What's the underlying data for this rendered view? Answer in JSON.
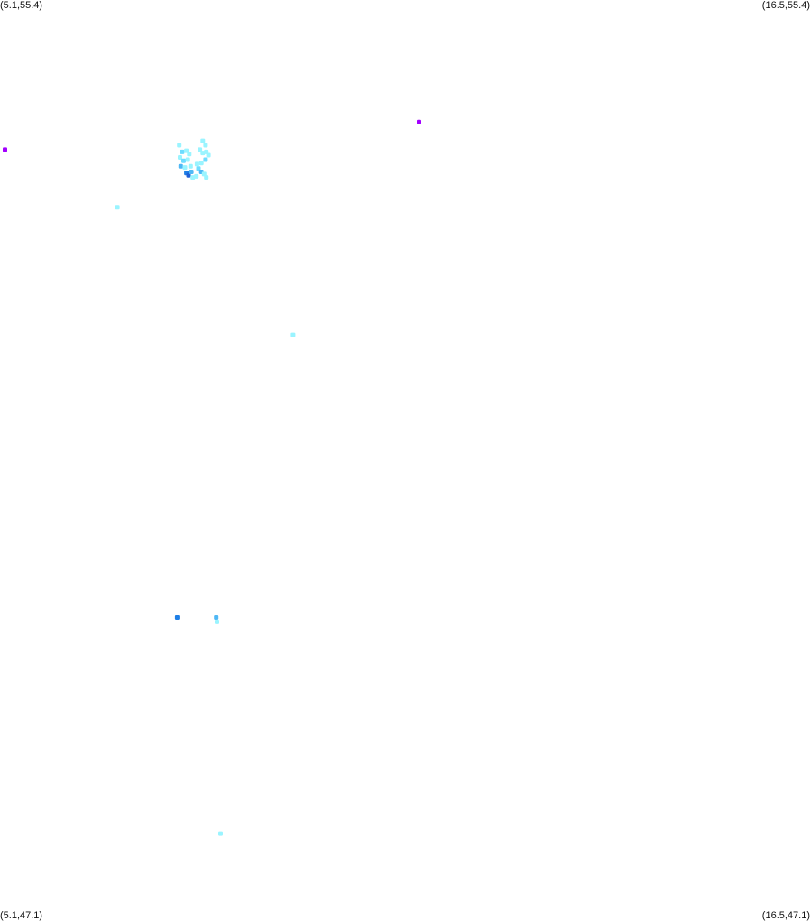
{
  "corners": {
    "top_left": "(5.1,55.4)",
    "top_right": "(16.5,55.4)",
    "bottom_left": "(5.1,47.1)",
    "bottom_right": "(16.5,47.1)"
  },
  "colors": {
    "light_cyan": "#9af4ff",
    "cyan": "#6fdcff",
    "sky_blue": "#4fb8f5",
    "blue": "#1e7fe6",
    "dark_blue": "#1e5fd6",
    "magenta": "#a200ff"
  },
  "chart_data": {
    "type": "scatter",
    "x_range": [
      5.1,
      16.5
    ],
    "y_range": [
      47.1,
      55.4
    ],
    "points": [
      {
        "lon": 5.17,
        "lat": 54.05,
        "color": "magenta"
      },
      {
        "lon": 10.99,
        "lat": 54.3,
        "color": "magenta"
      },
      {
        "lon": 6.75,
        "lat": 53.53,
        "color": "light_cyan"
      },
      {
        "lon": 9.22,
        "lat": 52.38,
        "color": "light_cyan"
      },
      {
        "lon": 7.59,
        "lat": 49.83,
        "color": "blue"
      },
      {
        "lon": 8.14,
        "lat": 49.83,
        "color": "sky_blue"
      },
      {
        "lon": 8.15,
        "lat": 49.79,
        "color": "light_cyan"
      },
      {
        "lon": 8.2,
        "lat": 47.88,
        "color": "light_cyan"
      },
      {
        "lon": 7.62,
        "lat": 54.09,
        "color": "light_cyan"
      },
      {
        "lon": 7.66,
        "lat": 54.03,
        "color": "cyan"
      },
      {
        "lon": 7.72,
        "lat": 54.04,
        "color": "light_cyan"
      },
      {
        "lon": 7.76,
        "lat": 54.01,
        "color": "light_cyan"
      },
      {
        "lon": 7.63,
        "lat": 53.98,
        "color": "light_cyan"
      },
      {
        "lon": 7.68,
        "lat": 53.95,
        "color": "cyan"
      },
      {
        "lon": 7.74,
        "lat": 53.96,
        "color": "light_cyan"
      },
      {
        "lon": 7.64,
        "lat": 53.9,
        "color": "sky_blue"
      },
      {
        "lon": 7.7,
        "lat": 53.89,
        "color": "light_cyan"
      },
      {
        "lon": 7.78,
        "lat": 53.9,
        "color": "light_cyan"
      },
      {
        "lon": 7.72,
        "lat": 53.84,
        "color": "blue"
      },
      {
        "lon": 7.75,
        "lat": 53.82,
        "color": "dark_blue"
      },
      {
        "lon": 7.79,
        "lat": 53.85,
        "color": "sky_blue"
      },
      {
        "lon": 7.81,
        "lat": 53.8,
        "color": "light_cyan"
      },
      {
        "lon": 7.86,
        "lat": 53.81,
        "color": "light_cyan"
      },
      {
        "lon": 7.95,
        "lat": 54.13,
        "color": "light_cyan"
      },
      {
        "lon": 7.99,
        "lat": 54.09,
        "color": "light_cyan"
      },
      {
        "lon": 7.91,
        "lat": 54.05,
        "color": "light_cyan"
      },
      {
        "lon": 7.95,
        "lat": 54.02,
        "color": "light_cyan"
      },
      {
        "lon": 8.0,
        "lat": 54.03,
        "color": "light_cyan"
      },
      {
        "lon": 8.03,
        "lat": 54.0,
        "color": "light_cyan"
      },
      {
        "lon": 7.99,
        "lat": 53.96,
        "color": "cyan"
      },
      {
        "lon": 7.93,
        "lat": 53.93,
        "color": "light_cyan"
      },
      {
        "lon": 7.89,
        "lat": 53.88,
        "color": "cyan"
      },
      {
        "lon": 7.93,
        "lat": 53.85,
        "color": "sky_blue"
      },
      {
        "lon": 7.97,
        "lat": 53.83,
        "color": "light_cyan"
      },
      {
        "lon": 8.0,
        "lat": 53.8,
        "color": "light_cyan"
      },
      {
        "lon": 7.87,
        "lat": 53.92,
        "color": "light_cyan"
      }
    ]
  }
}
